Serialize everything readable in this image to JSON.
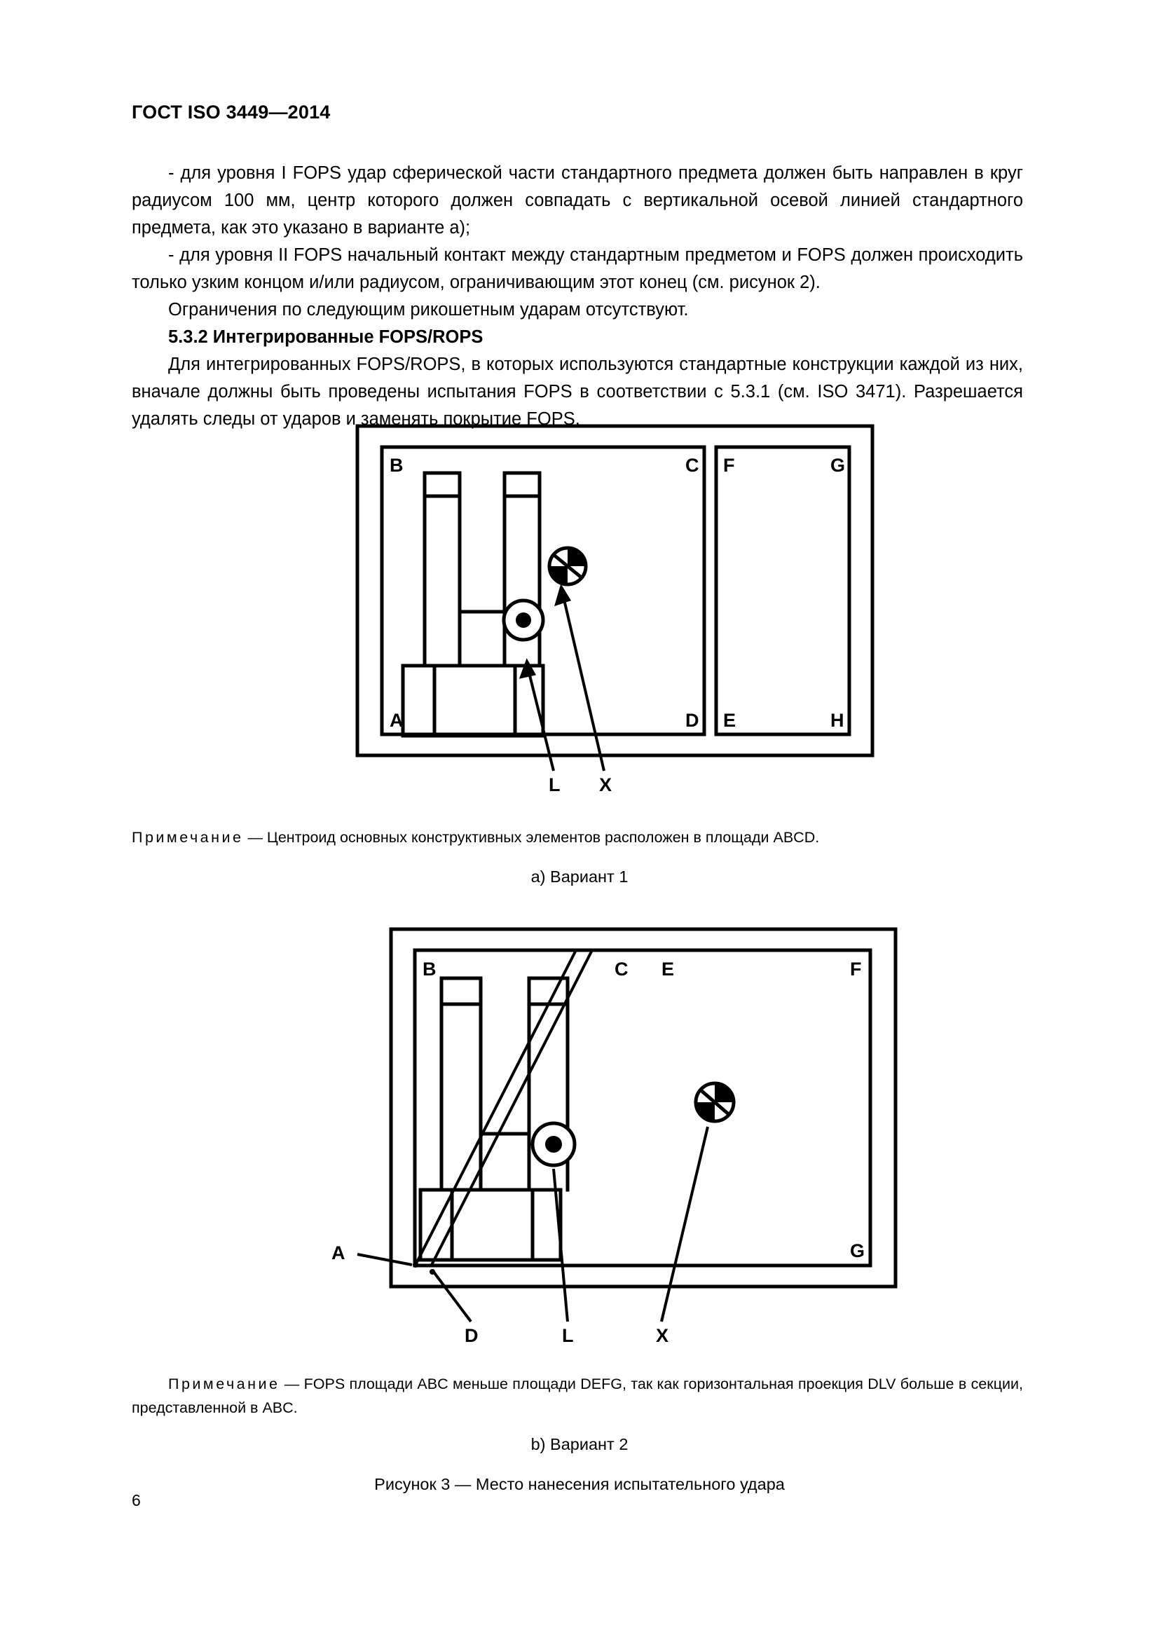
{
  "document": {
    "header": "ГОСТ ISO 3449—2014",
    "page_number": "6"
  },
  "body": {
    "paragraphs": [
      "- для уровня I FOPS удар сферической части стандартного предмета должен быть направлен в круг радиусом 100 мм, центр которого должен совпадать с вертикальной осевой линией стандартного предмета, как это указано в варианте a);",
      "- для уровня II FOPS начальный контакт между стандартным предметом и FOPS должен происходить только узким концом и/или радиусом, ограничивающим этот конец (см. рисунок 2).",
      "Ограничения по следующим рикошетным ударам отсутствуют."
    ],
    "section_heading": "5.3.2  Интегрированные FOPS/ROPS",
    "section_paragraph": "Для интегрированных FOPS/ROPS, в которых используются стандартные конструкции каждой из них, вначале должны быть проведены испытания FOPS в соответствии с 5.3.1 (см. ISO 3471). Разрешается удалять следы от ударов и заменять покрытие FOPS."
  },
  "figure1": {
    "corner_labels": {
      "B": "B",
      "C": "C",
      "F": "F",
      "G": "G",
      "A": "A",
      "D": "D",
      "E": "E",
      "H": "H"
    },
    "leader_labels": {
      "L": "L",
      "X": "X"
    },
    "note_prefix": "Примечание",
    "note_dash": "—",
    "note_text": "Центроид основных конструктивных элементов расположен в площади ABCD.",
    "caption": "a) Вариант 1"
  },
  "figure2": {
    "corner_labels": {
      "B": "B",
      "C": "C",
      "E": "E",
      "F": "F",
      "A": "A",
      "G": "G"
    },
    "leader_labels": {
      "D": "D",
      "L": "L",
      "X": "X"
    },
    "note_prefix": "Примечание",
    "note_dash": "—",
    "note_text": "FOPS площади ABC меньше площади DEFG, так как горизонтальная проекция DLV больше в секции, представленной в ABC.",
    "caption": "b) Вариант 2"
  },
  "figure_caption": "Рисунок 3 — Место нанесения испытательного удара",
  "colors": {
    "ink": "#000000",
    "paper": "#ffffff"
  }
}
